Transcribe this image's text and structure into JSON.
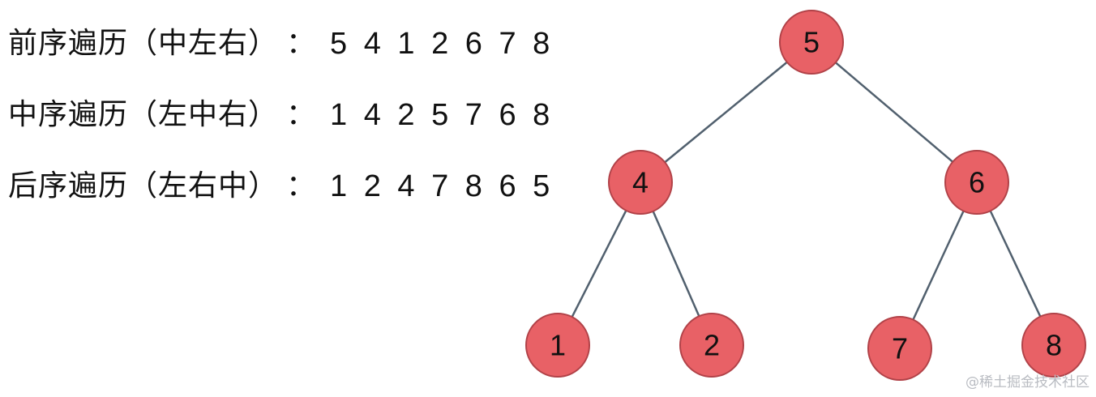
{
  "traversals": [
    {
      "label": "前序遍历（中左右）",
      "colon": "：",
      "sequence": "5 4 1 2 6 7 8"
    },
    {
      "label": "中序遍历（左中右）",
      "colon": "：",
      "sequence": "1 4 2 5 7 6 8"
    },
    {
      "label": "后序遍历（左右中）",
      "colon": "：",
      "sequence": "1 2 4 7 8 6 5"
    }
  ],
  "tree": {
    "nodes": [
      {
        "id": "5",
        "label": "5"
      },
      {
        "id": "4",
        "label": "4"
      },
      {
        "id": "6",
        "label": "6"
      },
      {
        "id": "1",
        "label": "1"
      },
      {
        "id": "2",
        "label": "2"
      },
      {
        "id": "7",
        "label": "7"
      },
      {
        "id": "8",
        "label": "8"
      }
    ],
    "edges": [
      {
        "from": "5",
        "to": "4"
      },
      {
        "from": "5",
        "to": "6"
      },
      {
        "from": "4",
        "to": "1"
      },
      {
        "from": "4",
        "to": "2"
      },
      {
        "from": "6",
        "to": "7"
      },
      {
        "from": "6",
        "to": "8"
      }
    ],
    "colors": {
      "node_fill": "#e86166",
      "node_stroke": "#b14248",
      "edge": "#51606e"
    }
  },
  "watermark": "@稀土掘金技术社区"
}
